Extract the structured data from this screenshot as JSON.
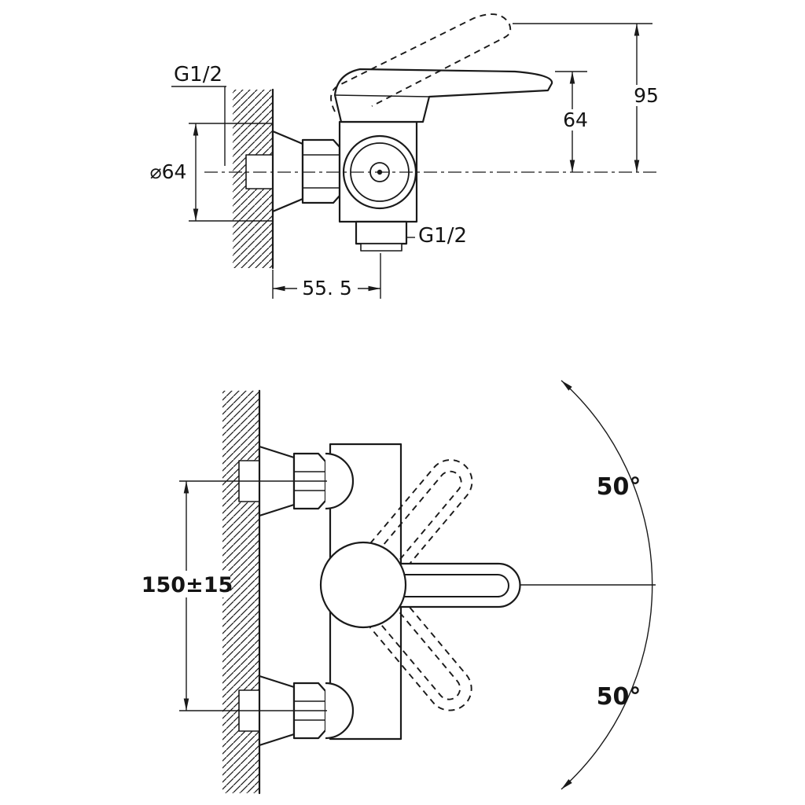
{
  "drawing": {
    "background": "#ffffff",
    "line_color": "#1a1a1a",
    "side_view": {
      "thread_label_top": "G1/2",
      "diameter_label": "⌀64",
      "dim_handle_height": "64",
      "dim_overall_height": "95",
      "dim_depth": "55. 5",
      "thread_label_outlet": "G1/2"
    },
    "front_view": {
      "dim_mount_spacing": "150±15",
      "angle_upper": "50°",
      "angle_lower": "50°"
    }
  }
}
